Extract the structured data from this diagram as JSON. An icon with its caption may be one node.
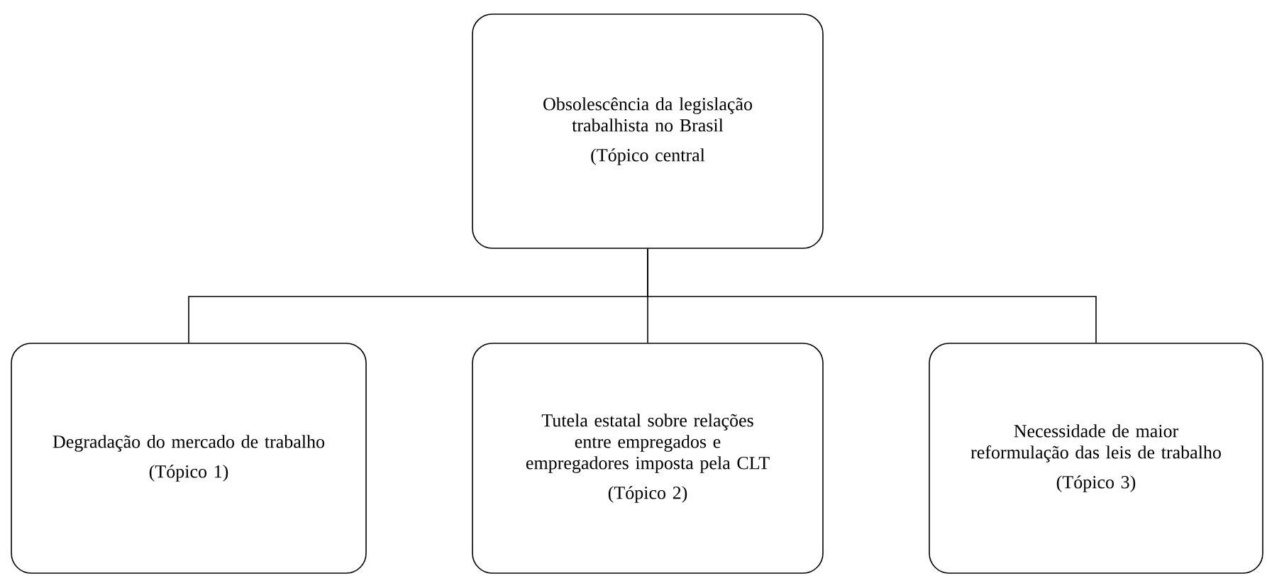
{
  "diagram": {
    "nodes": [
      {
        "text": [
          "Obsolescência da legislação trabalhista no Brasil",
          "(Tópico central"
        ]
      },
      {
        "text": [
          "Degradação do mercado de trabalho",
          "(Tópico 1)"
        ]
      },
      {
        "text": [
          "Tutela estatal sobre relações entre empregados e empregadores imposta pela CLT",
          "(Tópico 2)"
        ]
      },
      {
        "text": [
          "Necessidade de maior reformulação das leis de trabalho",
          "(Tópico 3)"
        ]
      }
    ],
    "edges": [
      {
        "from": 0,
        "to": 1,
        "arrow": "none"
      },
      {
        "from": 0,
        "to": 2,
        "arrow": "none"
      },
      {
        "from": 0,
        "to": 3,
        "arrow": "none"
      }
    ]
  }
}
